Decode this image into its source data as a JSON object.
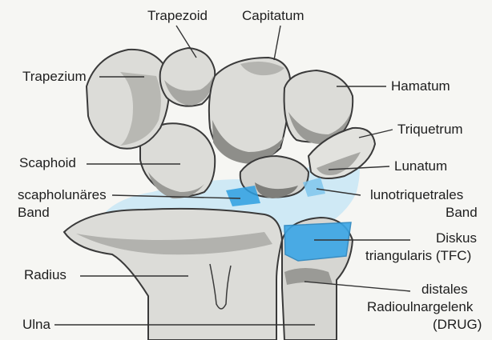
{
  "labels": {
    "trapezoid": "Trapezoid",
    "capitatum": "Capitatum",
    "trapezium": "Trapezium",
    "hamatum": "Hamatum",
    "triquetrum": "Triquetrum",
    "scaphoid": "Scaphoid",
    "lunatum": "Lunatum",
    "scapholunar_line1": "scapholunäres",
    "scapholunar_line2": "Band",
    "lunotriquetral_line1": "lunotriquetrales",
    "lunotriquetral_line2": "Band",
    "diskus_line1": "Diskus",
    "diskus_line2": "triangularis (TFC)",
    "radius": "Radius",
    "drug_line1": "distales",
    "drug_line2": "Radioulnargelenk",
    "drug_line3": "(DRUG)",
    "ulna": "Ulna"
  },
  "colors": {
    "bone_fill": "#dcdcd8",
    "bone_shadow": "#9a9a96",
    "bone_outline": "#3a3a3a",
    "ligament": "#b9dff0",
    "ligament_strong": "#2e9fe0",
    "leader_line": "#333333"
  }
}
